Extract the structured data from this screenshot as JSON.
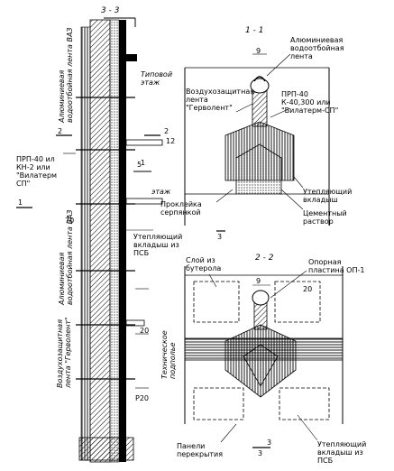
{
  "sections": {
    "left": "3 - 3",
    "top_right": "1 - 1",
    "bottom_right": "2 - 2",
    "mark_left_a": "2",
    "mark_left_b": "2",
    "mark_left_c": "1",
    "mark_left_d": "1",
    "mark_right_a": "3",
    "mark_right_b": "3"
  },
  "left_labels": {
    "alu_tape_top": "Алюминиевая\nводоотбойная лента ВАЗ",
    "alu_tape_mid": "Алюминиевая\nводоотбойная лента ВАЗ",
    "air_tape": "Воздухозащитная\nлента \"Герволент\"",
    "tech_underground": "Техническое\nподполье",
    "typical_floor": "Типовой\nэтаж",
    "first_floor": "этаж",
    "gasket": "ПРП-40 ил\nКН-2 или\n\"Вилатерм\nСП\"",
    "insert": "Утепляющий\nвкладыш из\nПСБ",
    "dim_70": "70",
    "dim_20": "20",
    "dim_p20": "Р20",
    "dim_5": "5",
    "dim_12": "12"
  },
  "detail_1": {
    "alu_tape": "Алюминиевая\nводоотбойная\nлента",
    "air_tape": "Воздухозащитная\nлента\n\"Герволент\"",
    "gasket": "ПРП-40\nК-40,300 или\n\"Вилатерм-СП\"",
    "insert": "Утепляющий\nвкладыш",
    "mortar": "Цементный\nраствор",
    "tile": "Проклейка\nсерпянкой",
    "dim_9": "9"
  },
  "detail_2": {
    "rubble": "Слой из\nбутерола",
    "bracket": "Опорная\nпластина ОП-1",
    "panel": "Панели\nперекрытия",
    "insert": "Утепляющий\nвкладыш из\nПСБ",
    "dim_9": "9",
    "dim_20": "20",
    "dim_3": "3"
  }
}
